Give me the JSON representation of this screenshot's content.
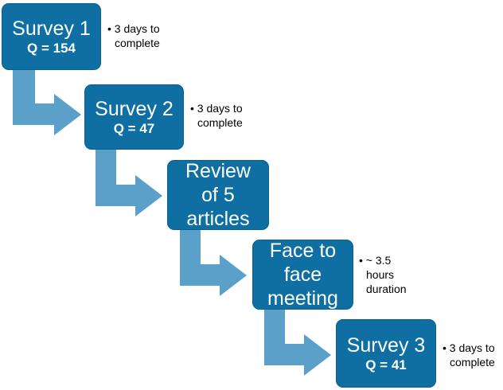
{
  "steps": [
    {
      "title": "Survey 1",
      "sub": "Q = 154"
    },
    {
      "title": "Survey 2",
      "sub": "Q = 47"
    },
    {
      "title": "Review\nof 5\narticles",
      "sub": ""
    },
    {
      "title": "Face to\nface\nmeeting",
      "sub": ""
    },
    {
      "title": "Survey 3",
      "sub": "Q = 41"
    }
  ],
  "notes": [
    {
      "line1": "• 3 days to",
      "line2": "complete"
    },
    {
      "line1": "• 3 days to",
      "line2": "complete"
    },
    {
      "line1": "• ~ 3.5",
      "line2": "hours",
      "line3": "duration"
    },
    {
      "line1": "• 3 days to",
      "line2": "complete"
    }
  ],
  "colors": {
    "box": "#0f6fa3",
    "arrow": "#5aa0c9"
  }
}
